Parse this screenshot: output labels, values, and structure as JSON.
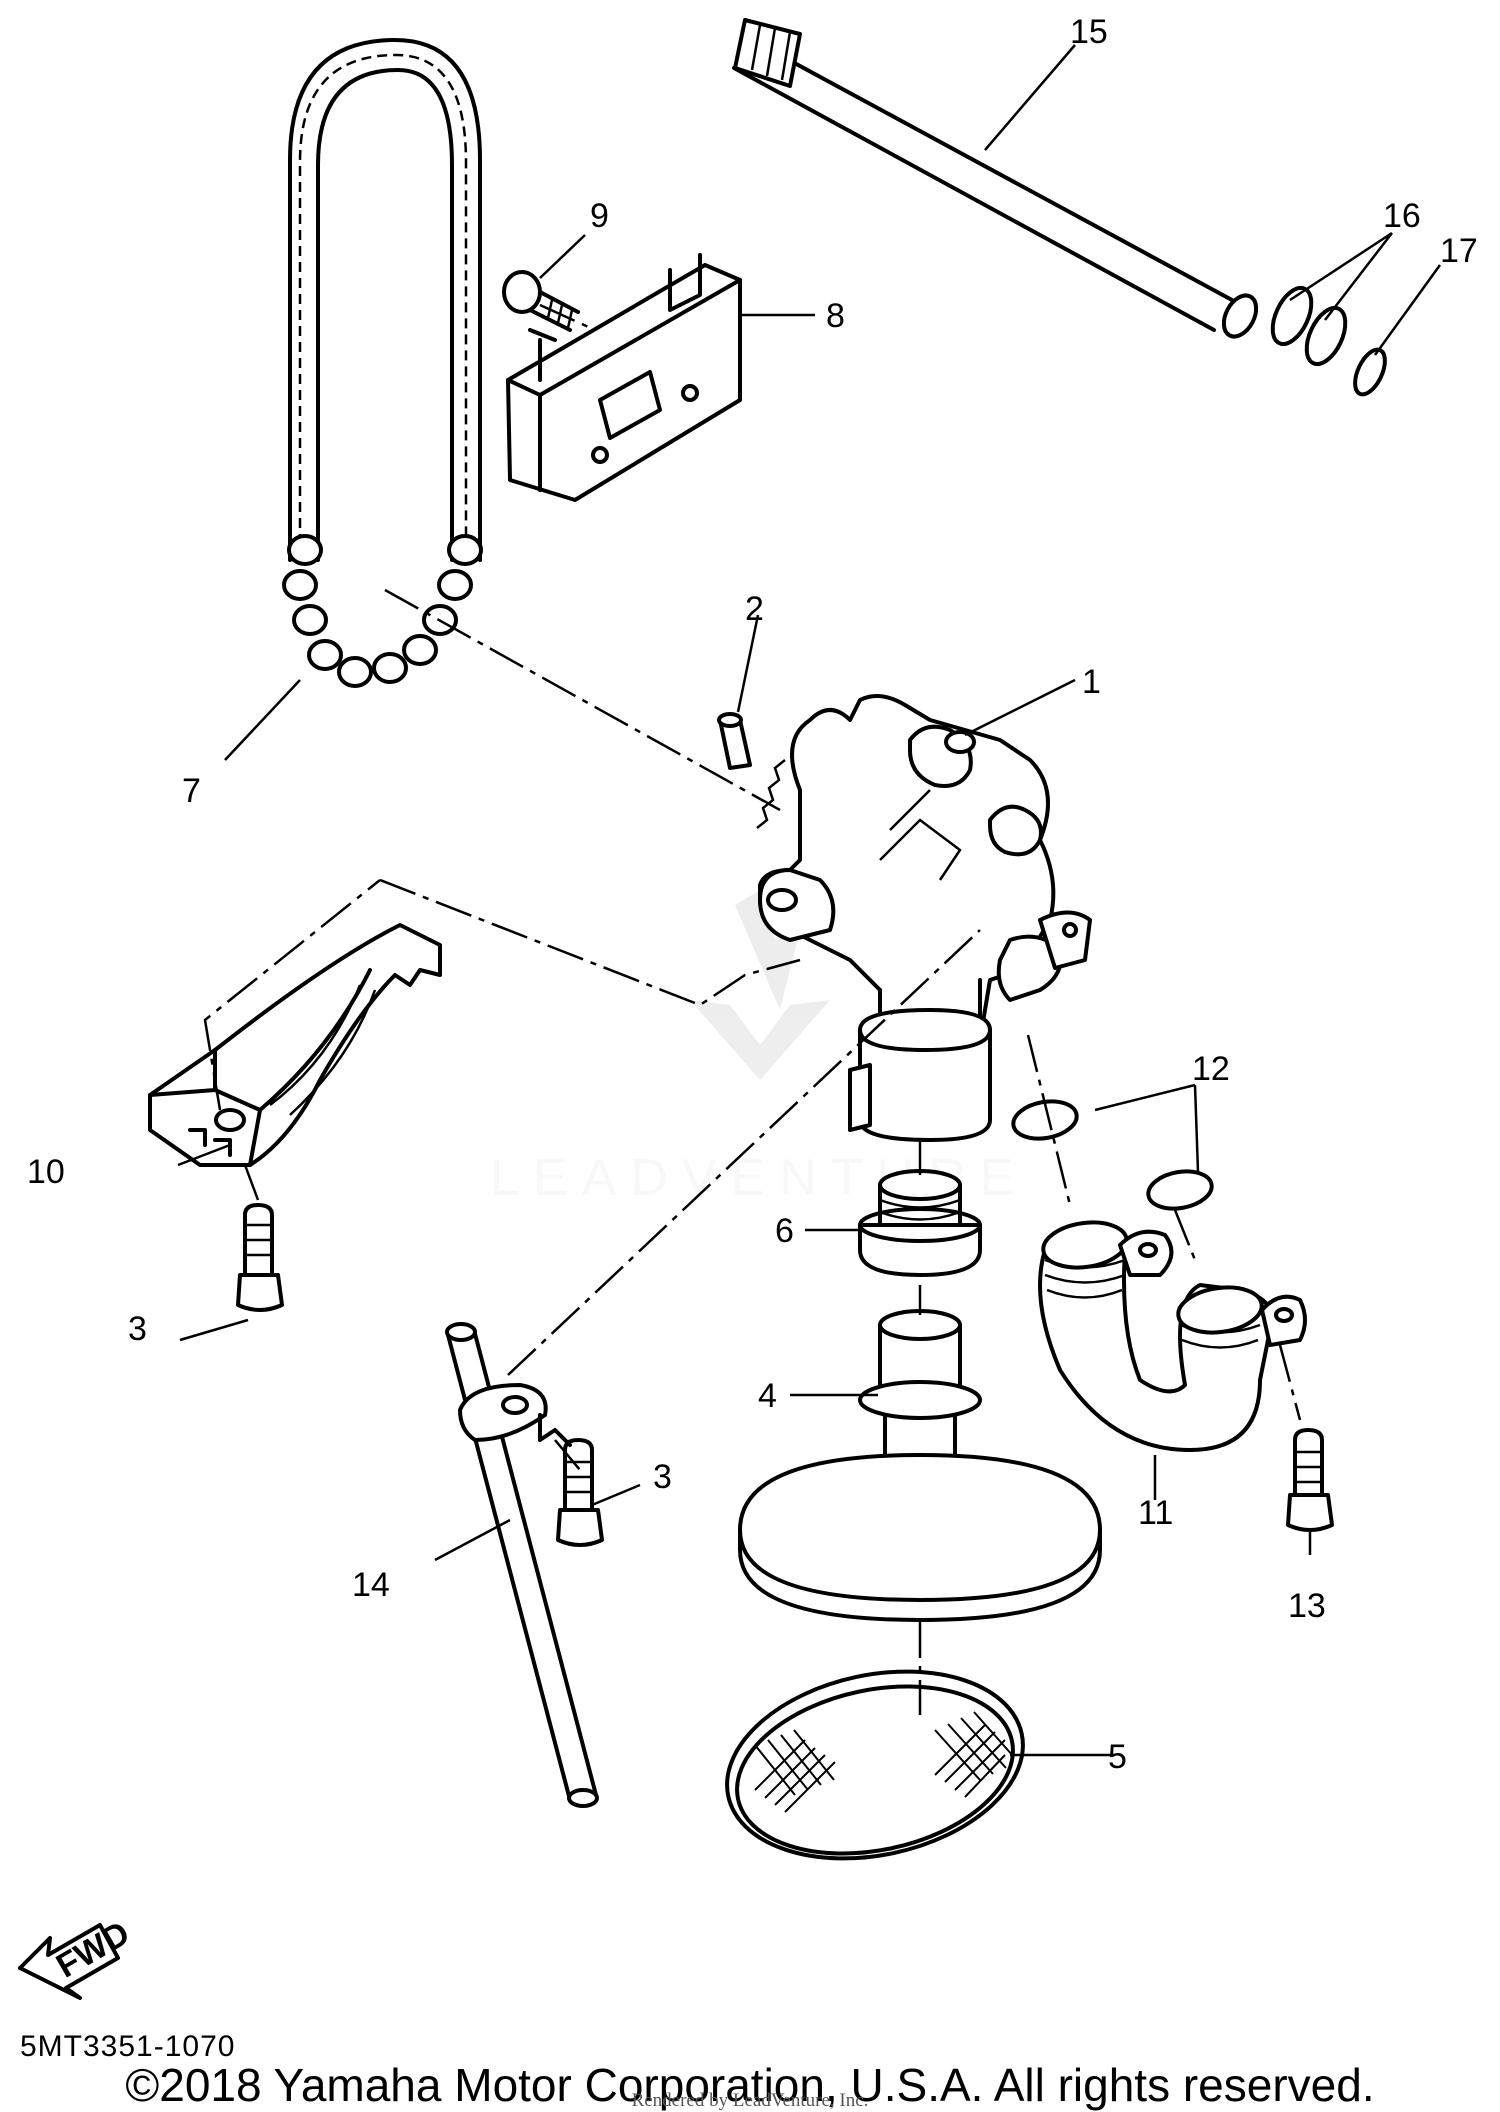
{
  "diagram": {
    "callouts": [
      "1",
      "2",
      "3",
      "3",
      "4",
      "5",
      "6",
      "7",
      "8",
      "9",
      "10",
      "11",
      "12",
      "13",
      "14",
      "15",
      "16",
      "17"
    ],
    "fwd_label": "FWD",
    "watermark": "LEADVENTURE",
    "figure_code": "5MT3351-1070",
    "copyright": "©2018 Yamaha Motor Corporation, U.S.A. All rights reserved.",
    "rendered_by": "Rendered by LeadVenture, Inc."
  }
}
